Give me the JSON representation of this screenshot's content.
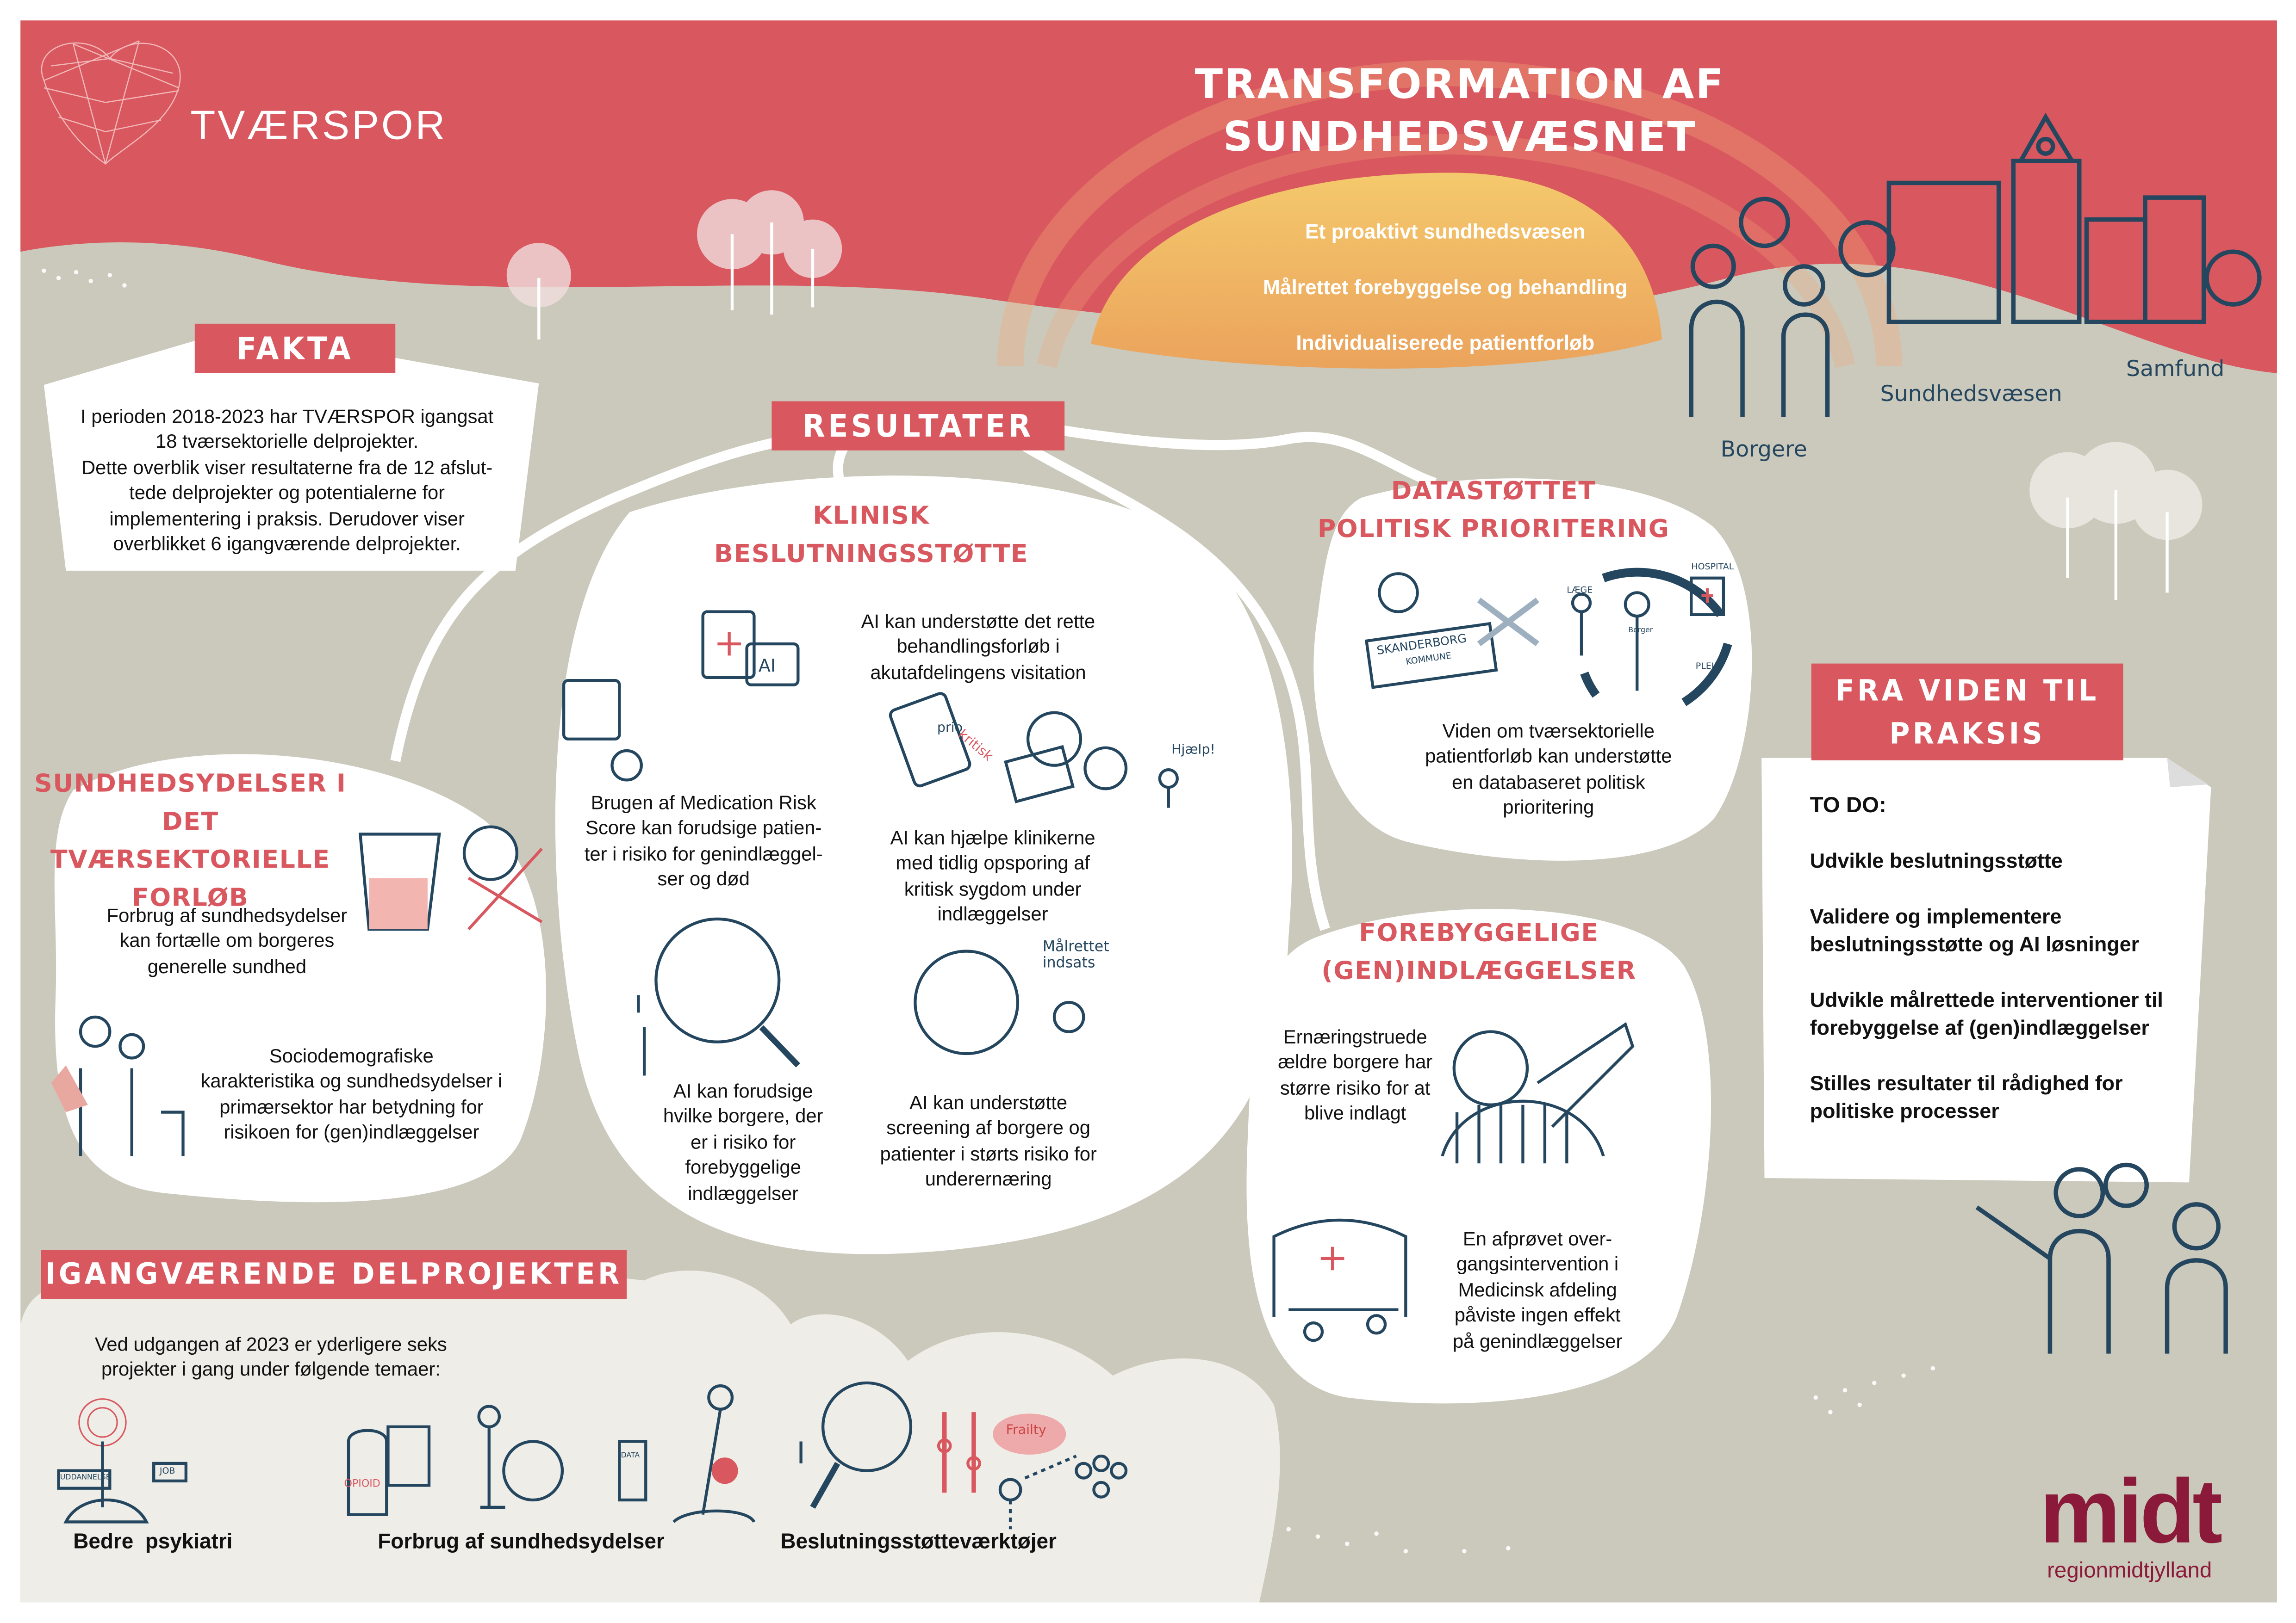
{
  "header": {
    "logo_text": "TVÆRSPOR",
    "title_line1": "TRANSFORMATION AF",
    "title_line2": "SUNDHEDSVÆSNET",
    "sun_items": [
      "Et proaktivt sundhedsvæsen",
      "Målrettet forebyggelse og behandling",
      "Individualiserede patientforløb"
    ],
    "labels": {
      "borgere": "Borgere",
      "sundhedsvaesen": "Sundhedsvæsen",
      "samfund": "Samfund"
    }
  },
  "fakta": {
    "title": "FAKTA",
    "text": "I perioden 2018-2023 har TVÆRSPOR igangsat\n18 tværsektorielle delprojekter.\nDette overblik viser resultaterne fra de 12 afslut-\ntede delprojekter og potentialerne for\nimplementering i praksis. Derudover viser\noverblikket 6 igangværende delprojekter."
  },
  "resultater": {
    "title": "RESULTATER"
  },
  "klinisk": {
    "title": "KLINISK\nBESLUTNINGSSTØTTE",
    "item1": "AI kan understøtte det rette\nbehandlingsforløb i\nakutafdelingens visitation",
    "item2": "Brugen af Medication Risk\nScore kan forudsige patien-\nter i risiko for genindlæggel-\nser og død",
    "item3": "AI kan hjælpe klinikerne\nmed tidlig opsporing af\nkritisk sygdom under\nindlæggelser",
    "item4": "AI kan forudsige\nhvilke borgere, der\ner i risiko for\nforebyggelige\nindlæggelser",
    "item5": "AI kan understøtte\nscreening af borgere og\npatienter i størts risiko for\nunderernæring",
    "sketch": {
      "ai": "AI",
      "prio": "prio",
      "kritisk": "kritisk",
      "help": "Hjælp!",
      "targeted": "Målrettet\nindsats"
    }
  },
  "sundhedsydelser": {
    "title": "SUNDHEDSYDELSER I\nDET TVÆRSEKTORIELLE\nFORLØB",
    "item1": "Forbrug af sundhedsydelser\nkan fortælle om borgeres\ngenerelle sundhed",
    "item2": "Sociodemografiske\nkarakteristika og sundhedsydelser i\nprimærsektor har betydning for\nrisikoen for (gen)indlæggelser"
  },
  "datastottet": {
    "title": "DATASTØTTET\nPOLITISK PRIORITERING",
    "text": "Viden om tværsektorielle\npatientforløb kan understøtte\nen databaseret politisk\nprioritering",
    "sketch": {
      "sign1": "SKANDERBORG",
      "sign2": "KOMMUNE",
      "hospital": "HOSPITAL",
      "laege": "LÆGE",
      "borger": "Borger",
      "pleje": "PLEJE"
    }
  },
  "forebyggelige": {
    "title": "FOREBYGGELIGE\n(GEN)INDLÆGGELSER",
    "item1": "Ernæringstruede\nældre borgere har\nstørre risiko for at\nblive indlagt",
    "item2": "En afprøvet over-\ngangsintervention i\nMedicinsk afdeling\npåviste ingen effekt\npå genindlæggelser"
  },
  "fra_viden": {
    "title": "FRA VIDEN TIL\nPRAKSIS",
    "todo_header": "TO DO:",
    "items": [
      "Udvikle beslutningsstøtte",
      "Validere og implementere\nbeslutningsstøtte og AI løsninger",
      "Udvikle målrettede interventioner til\nforebyggelse af (gen)indlæggelser",
      "Stilles resultater til rådighed for\npolitiske processer"
    ]
  },
  "igangvaerende": {
    "title": "IGANGVÆRENDE DELPROJEKTER",
    "intro": "Ved udgangen af 2023 er yderligere seks\nprojekter i gang under følgende temaer:",
    "themes": [
      "Bedre  psykiatri",
      "Forbrug af sundhedsydelser",
      "Beslutningsstøtteværktøjer"
    ],
    "sketch": {
      "uddannelse": "UDDANNELSE",
      "job": "JOB",
      "opioid": "OPIOID",
      "data": "DATA",
      "frailty": "Frailty"
    }
  },
  "footer_logo": {
    "brand": "midt",
    "sub": "regionmidtjylland"
  },
  "colors": {
    "red": "#d9575e",
    "navy": "#24465f",
    "grey": "#cbc9bb",
    "cloud": "#eeede8",
    "sun": "#f0b462",
    "brand": "#8b1a3a"
  }
}
